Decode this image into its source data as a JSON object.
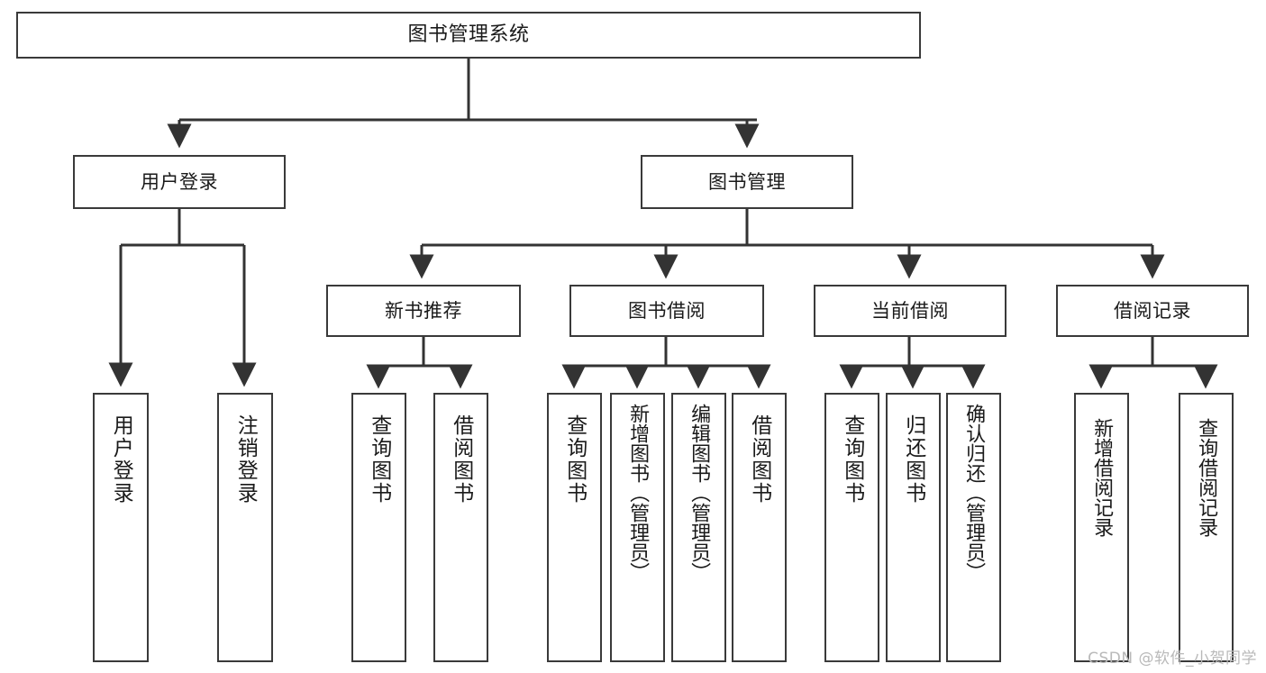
{
  "diagram": {
    "title": "图书管理系统",
    "type": "tree",
    "watermark": "CSDN @软件_小贺同学",
    "colors": {
      "box_border": "#3a3a3a",
      "box_fill": "#ffffff",
      "edge": "#333333",
      "text": "#1a1a1a",
      "watermark": "#b9b9b9"
    },
    "nodes": {
      "root": {
        "label": "图书管理系统",
        "level": 1,
        "orientation": "horizontal"
      },
      "level2": [
        {
          "id": "user-login",
          "label": "用户登录",
          "orientation": "horizontal"
        },
        {
          "id": "book-manage",
          "label": "图书管理",
          "orientation": "horizontal"
        }
      ],
      "level3": [
        {
          "id": "new-book-rec",
          "label": "新书推荐",
          "orientation": "horizontal",
          "parent": "book-manage"
        },
        {
          "id": "book-borrow",
          "label": "图书借阅",
          "orientation": "horizontal",
          "parent": "book-manage"
        },
        {
          "id": "current-borrow",
          "label": "当前借阅",
          "orientation": "horizontal",
          "parent": "book-manage"
        },
        {
          "id": "borrow-record",
          "label": "借阅记录",
          "orientation": "horizontal",
          "parent": "book-manage"
        }
      ],
      "leaves": [
        {
          "id": "leaf-user-login",
          "label": "用户登录",
          "orientation": "vertical",
          "parent": "user-login"
        },
        {
          "id": "leaf-logout-login",
          "label": "注销登录",
          "orientation": "vertical",
          "parent": "user-login"
        },
        {
          "id": "leaf-query-book-1",
          "label": "查询图书",
          "orientation": "vertical",
          "parent": "new-book-rec"
        },
        {
          "id": "leaf-borrow-book-1",
          "label": "借阅图书",
          "orientation": "vertical",
          "parent": "new-book-rec"
        },
        {
          "id": "leaf-query-book-2",
          "label": "查询图书",
          "orientation": "vertical",
          "parent": "book-borrow"
        },
        {
          "id": "leaf-add-book",
          "label": "新增图书（管理员）",
          "orientation": "vertical",
          "parent": "book-borrow"
        },
        {
          "id": "leaf-edit-book",
          "label": "编辑图书（管理员）",
          "orientation": "vertical",
          "parent": "book-borrow"
        },
        {
          "id": "leaf-borrow-book-2",
          "label": "借阅图书",
          "orientation": "vertical",
          "parent": "book-borrow"
        },
        {
          "id": "leaf-query-book-3",
          "label": "查询图书",
          "orientation": "vertical",
          "parent": "current-borrow"
        },
        {
          "id": "leaf-return-book",
          "label": "归还图书",
          "orientation": "vertical",
          "parent": "current-borrow"
        },
        {
          "id": "leaf-confirm-return",
          "label": "确认归还（管理员）",
          "orientation": "vertical",
          "parent": "current-borrow"
        },
        {
          "id": "leaf-add-record",
          "label": "新增借阅记录",
          "orientation": "vertical",
          "parent": "borrow-record"
        },
        {
          "id": "leaf-query-record",
          "label": "查询借阅记录",
          "orientation": "vertical",
          "parent": "borrow-record"
        }
      ]
    }
  }
}
